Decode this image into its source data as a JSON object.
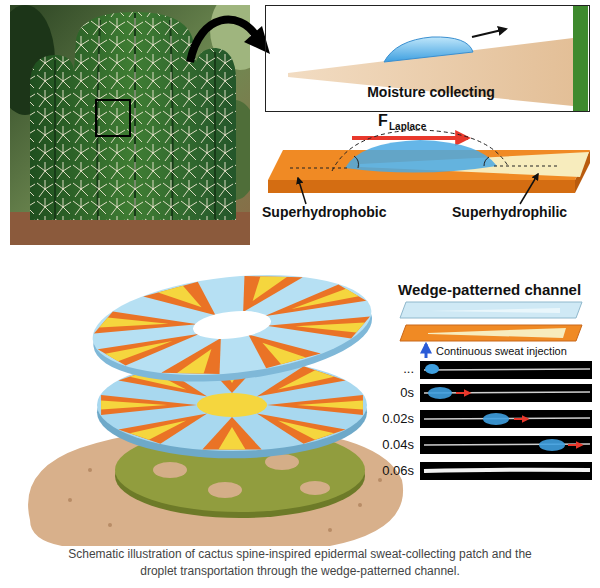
{
  "diagram": {
    "caption": "Schematic illustration of cactus spine-inspired epidermal sweat-collecting patch and the droplet transportation through the wedge-patterned channel.",
    "nodes": [
      {
        "text": [
          "Moisture collecting"
        ]
      }
    ],
    "labels": [
      "F",
      "Laplace",
      "Superhydrophobic",
      "Superhydrophilic",
      "Wedge-patterned channel",
      "Continuous sweat injection",
      "...",
      "0s",
      "0.02s",
      "0.04s",
      "0.06s"
    ]
  }
}
